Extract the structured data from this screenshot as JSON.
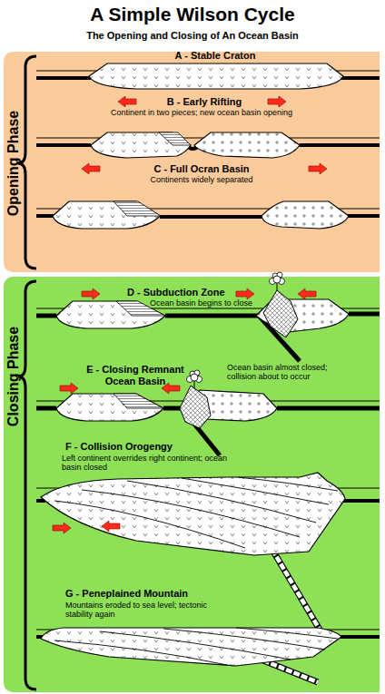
{
  "diagram": {
    "title": "A Simple Wilson Cycle",
    "nodes": [
      {
        "text": [
          "Opening Phase"
        ]
      },
      {
        "text": [
          "Closing Phase"
        ]
      }
    ],
    "labels": [
      "The Opening and Closing of An Ocean Basin",
      "A - Stable Craton",
      "B - Early Rifting",
      "Continent in two pieces; new ocean basin opening",
      "C - Full Ocran Basin",
      "Continents widely separated",
      "D - Subduction Zone",
      "Ocean basin begins to close",
      "E - Closing Remnant Ocean Basin",
      "Ocean basin almost closed; collision about to occur",
      "F - Collision Orogengy",
      "Left continent overrides right continent; ocean basin closed",
      "G - Peneplained Mountain",
      "Mountains eroded to sea level; tectonic stability again"
    ]
  }
}
